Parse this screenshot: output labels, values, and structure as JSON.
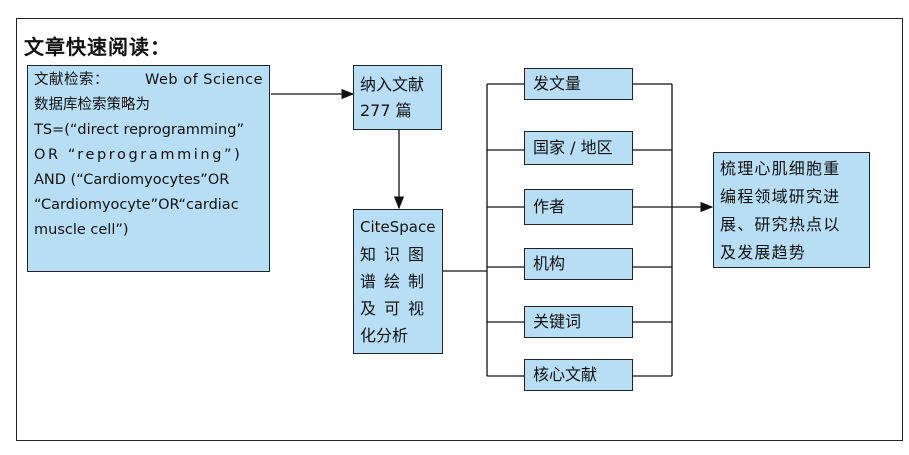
{
  "title": "文章快速阅读：",
  "search_box": {
    "label": "文献检索：",
    "text_1": "Web of Science",
    "text_2": "数据库检索策略为",
    "text_3": "TS=(“direct reprogramming”",
    "text_4": "OR “reprogramming”)",
    "text_5": "AND (“Cardiomyocytes”OR",
    "text_6": "“Cardiomyocyte”OR“cardiac",
    "text_7": "muscle cell”)"
  },
  "included_box": {
    "line_1": "纳入文献",
    "line_2": "277 篇"
  },
  "citespace_box": {
    "line_1": "CiteSpace",
    "line_2": "知识图",
    "line_3": "谱绘制",
    "line_4": "及可视",
    "line_5": "化分析"
  },
  "categories": [
    "发文量",
    "国家 / 地区",
    "作者",
    "机构",
    "关键词",
    "核心文献"
  ],
  "result_box": {
    "line_1": "梳理心肌细胞重",
    "line_2": "编程领域研究进",
    "line_3": "展、研究热点以",
    "line_4": "及发展趋势"
  }
}
